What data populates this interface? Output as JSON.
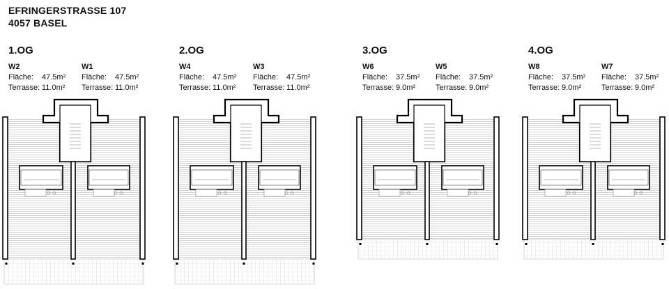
{
  "header": {
    "line1": "EFRINGERSTRASSE 107",
    "line2": "4057 BASEL"
  },
  "labels": {
    "area": "Fläche:",
    "terrace": "Terrasse:"
  },
  "colors": {
    "wall": "#000000",
    "stripe": "#bfbfbf",
    "grid": "#cfcfcf"
  },
  "floors": [
    {
      "name": "1.OG",
      "terrace_depth": "long",
      "units": [
        {
          "name": "W2",
          "area": "47.5m²",
          "terrace": "11.0m²"
        },
        {
          "name": "W1",
          "area": "47.5m²",
          "terrace": "11.0m²"
        }
      ]
    },
    {
      "name": "2.OG",
      "terrace_depth": "long",
      "units": [
        {
          "name": "W4",
          "area": "47.5m²",
          "terrace": "11.0m²"
        },
        {
          "name": "W3",
          "area": "47.5m²",
          "terrace": "11.0m²"
        }
      ]
    },
    {
      "name": "3.OG",
      "terrace_depth": "short",
      "units": [
        {
          "name": "W6",
          "area": "37.5m²",
          "terrace": "9.0m²"
        },
        {
          "name": "W5",
          "area": "37.5m²",
          "terrace": "9.0m²"
        }
      ]
    },
    {
      "name": "4.OG",
      "terrace_depth": "short",
      "units": [
        {
          "name": "W8",
          "area": "37.5m²",
          "terrace": "9.0m²"
        },
        {
          "name": "W7",
          "area": "37.5m²",
          "terrace": "9.0m²"
        }
      ]
    }
  ]
}
